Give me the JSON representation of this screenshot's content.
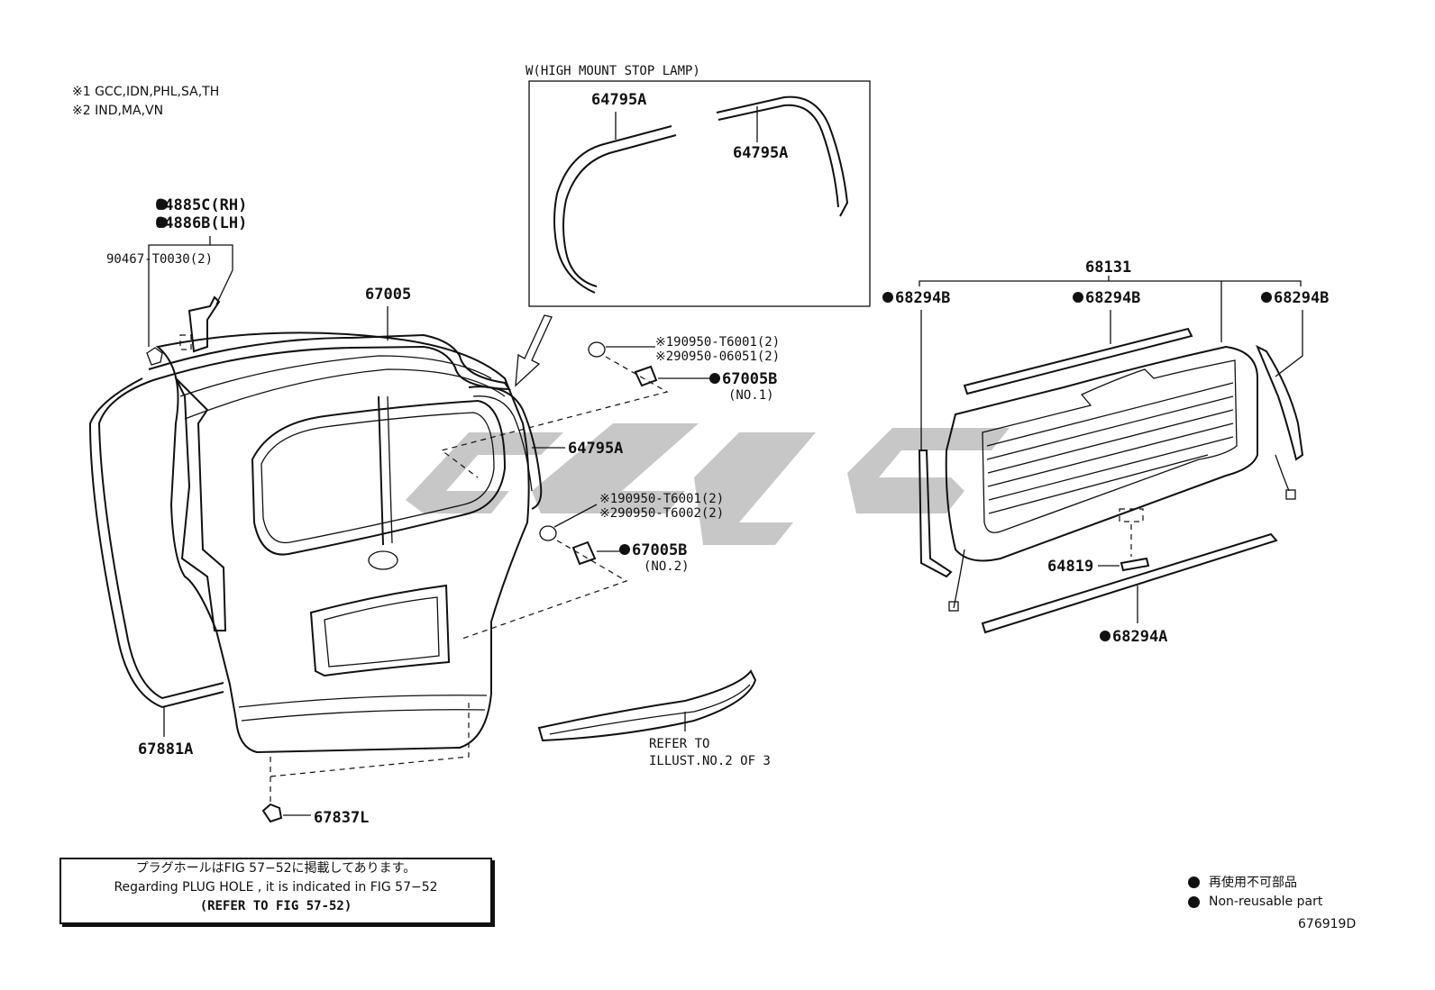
{
  "regions": {
    "line1": "※1 GCC,IDN,PHL,SA,TH",
    "line2": "※2 IND,MA,VN"
  },
  "inset": {
    "title": "W(HIGH MOUNT STOP LAMP)",
    "part_left": "64795A",
    "part_right": "64795A"
  },
  "labels": {
    "p64885c": "64885C(RH)",
    "p64886b": "64886B(LH)",
    "p90467": "90467-T0030(2)",
    "p67005": "67005",
    "p64795a": "64795A",
    "p90950_1a": "※190950-T6001(2)",
    "p90950_1b": "※290950-06051(2)",
    "p67005b_1": "67005B",
    "p67005b_1_note": "(NO.1)",
    "p90950_2a": "※190950-T6001(2)",
    "p90950_2b": "※290950-T6002(2)",
    "p67005b_2": "67005B",
    "p67005b_2_note": "(NO.2)",
    "p67881a": "67881A",
    "p67837l": "67837L",
    "refer1": "REFER TO",
    "refer2": "ILLUST.NO.2 OF 3",
    "p68131": "68131",
    "p68294b_l": "68294B",
    "p68294b_m": "68294B",
    "p68294b_r": "68294B",
    "p64819": "64819",
    "p68294a": "68294A"
  },
  "notice": {
    "line1": "プラグホールはFIG 57−52に掲載してあります。",
    "line2": "Regarding  PLUG  HOLE , it is indicated in FIG  57−52",
    "line3": "(REFER TO FIG 57-52)"
  },
  "legend": {
    "jp": "再使用不可部品",
    "en": "Non-reusable part"
  },
  "diagram_id": "676919D",
  "colors": {
    "ink": "#111111",
    "watermark": "#bdbdbd"
  },
  "icons": {
    "non_reusable": "filled-circle-icon"
  }
}
